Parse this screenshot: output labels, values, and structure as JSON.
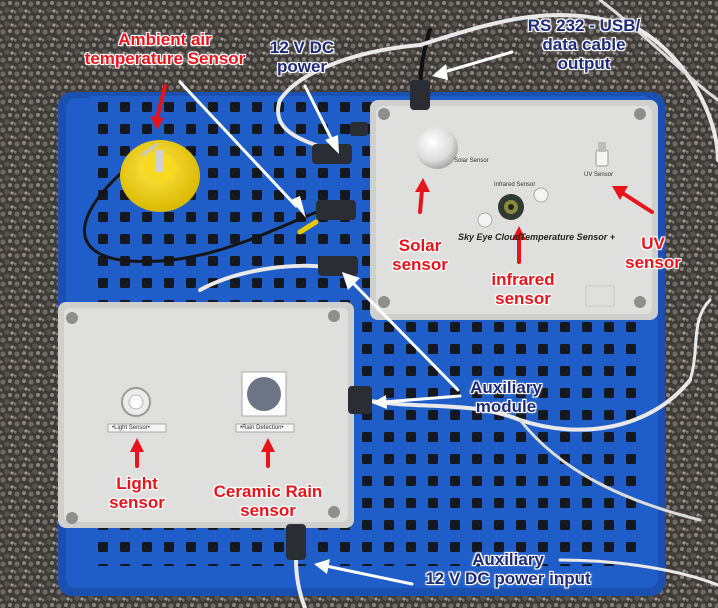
{
  "labels": {
    "ambient_air_temperature_sensor": [
      "Ambient air",
      "temperature Sensor"
    ],
    "power_12v_dc": [
      "12 V DC",
      "power"
    ],
    "rs232_usb_output": [
      "RS 232 - USB/",
      "data cable",
      "output"
    ],
    "solar_sensor": [
      "Solar",
      "sensor"
    ],
    "infrared_sensor": [
      "infrared",
      "sensor"
    ],
    "uv_sensor": [
      "UV",
      "sensor"
    ],
    "auxiliary_module": [
      "Auxiliary",
      "module"
    ],
    "light_sensor": [
      "Light",
      "sensor"
    ],
    "ceramic_rain_sensor": [
      "Ceramic Rain",
      "sensor"
    ],
    "auxiliary_power_input": [
      "Auxiliary",
      "12 V DC power input"
    ]
  },
  "device_markings": {
    "solar_sensor_print": "Solar Sensor",
    "infrared_sensor_print": "Infrared Sensor",
    "uv_sensor_print": "UV Sensor",
    "brand_left": "Sky Eye Cloud",
    "brand_right": "Temperature Sensor +",
    "light_sensor_print": "•Light Sensor•",
    "rain_detection_print": "•Rain Detection•"
  },
  "colors": {
    "red_label": "#e8141c",
    "navy_label": "#1c2a78",
    "blue_board": "#1f5ec8",
    "gray_enclosure": "#d8d9d6",
    "yellow_sensor": "#f2d315"
  }
}
